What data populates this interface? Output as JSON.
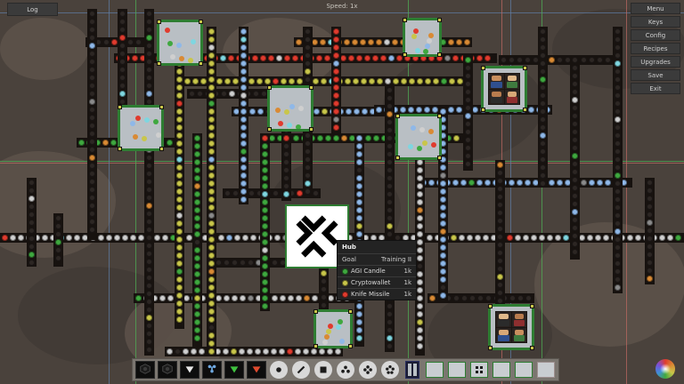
{
  "hud": {
    "log_label": "Log",
    "speed_label": "Speed: 1x"
  },
  "menu": {
    "items": [
      {
        "label": "Menu",
        "name": "menu-button-menu"
      },
      {
        "label": "Keys",
        "name": "menu-button-keys"
      },
      {
        "label": "Config",
        "name": "menu-button-config"
      },
      {
        "label": "Recipes",
        "name": "menu-button-recipes"
      },
      {
        "label": "Upgrades",
        "name": "menu-button-upgrades"
      },
      {
        "label": "Save",
        "name": "menu-button-save"
      },
      {
        "label": "Exit",
        "name": "menu-button-exit"
      }
    ]
  },
  "tooltip": {
    "title": "Hub",
    "goal_label": "Goal",
    "goal_value": "Training II",
    "items": [
      {
        "name": "AGI Candle",
        "qty": "1k",
        "color": "#3fa83f"
      },
      {
        "name": "Cryptowallet",
        "qty": "1k",
        "color": "#c9c64a"
      },
      {
        "name": "Knife Missile",
        "qty": "1k",
        "color": "#e03b2e"
      }
    ]
  },
  "toolbar": {
    "tools": [
      {
        "name": "tool-hexagon-dark-1",
        "icon": "hexagon"
      },
      {
        "name": "tool-hexagon-dark-2",
        "icon": "hexagon"
      },
      {
        "name": "tool-arrow-down-white",
        "icon": "triangle-down-white"
      },
      {
        "name": "tool-splitter-blue",
        "icon": "splitter-blue"
      },
      {
        "name": "tool-arrow-down-green",
        "icon": "triangle-down-green"
      },
      {
        "name": "tool-arrow-down-red",
        "icon": "triangle-down-red"
      },
      {
        "name": "tool-circle-dot",
        "icon": "circle-dot"
      },
      {
        "name": "tool-pencil",
        "icon": "pencil"
      },
      {
        "name": "tool-square-fill",
        "icon": "square-fill"
      },
      {
        "name": "tool-rotor-3",
        "icon": "rotor-3"
      },
      {
        "name": "tool-rotor-4",
        "icon": "rotor-4"
      },
      {
        "name": "tool-rotor-5",
        "icon": "rotor-5"
      },
      {
        "name": "tool-divider",
        "icon": "divider"
      }
    ],
    "slots": [
      {
        "name": "slot-1",
        "icon": "blank",
        "selected": false
      },
      {
        "name": "slot-2",
        "icon": "blank",
        "selected": false
      },
      {
        "name": "slot-3",
        "icon": "grid",
        "selected": false
      },
      {
        "name": "slot-4",
        "icon": "blank",
        "selected": false
      },
      {
        "name": "slot-5",
        "icon": "blank",
        "selected": false
      },
      {
        "name": "slot-6",
        "icon": "blank",
        "selected": true
      }
    ],
    "color_picker_name": "color-wheel-button"
  },
  "colors": {
    "terrain": "#4a423c",
    "belt": "#17120f",
    "building_border": "#2e7d32",
    "building_fill": "#b9bfc4",
    "hub_fill": "#ffffff",
    "accent_green": "#4fae54",
    "accent_red": "#c16a62",
    "accent_blue": "#5f7fa8"
  }
}
